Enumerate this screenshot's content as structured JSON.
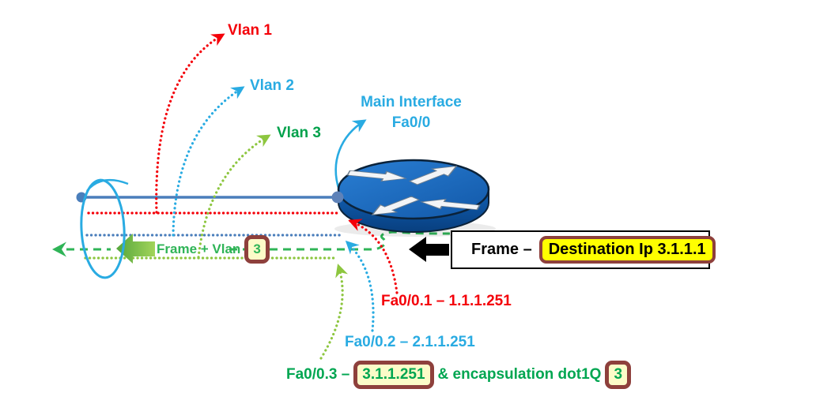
{
  "vlan_labels": {
    "vlan1": "Vlan 1",
    "vlan2": "Vlan 2",
    "vlan3": "Vlan 3"
  },
  "main_interface": {
    "name": "Main Interface",
    "port": "Fa0/0"
  },
  "trunk_frame_label": {
    "text": "Frame + Vlan",
    "vlan_tag": "3"
  },
  "incoming_frame": {
    "label": "Frame –",
    "destination": "Destination Ip 3.1.1.1"
  },
  "subinterfaces": {
    "fa0_0_1": "Fa0/0.1 – 1.1.1.251",
    "fa0_0_2": "Fa0/0.2 – 2.1.1.251",
    "fa0_0_3": {
      "label": "Fa0/0.3 –",
      "ip": "3.1.1.251",
      "encapsulation": "& encapsulation dot1Q",
      "vlan_tag": "3"
    }
  },
  "colors": {
    "red": "#F40009",
    "sky_blue": "#29ABE2",
    "steel_blue": "#4A7EBB",
    "green": "#2FB457",
    "dark_green": "#00A14B",
    "bottom_green": "#00A651",
    "light_green": "#8DC63F",
    "router_blue": "#1B6FC4",
    "highlight_yellow": "#FFFF00",
    "pale_yellow": "#FCFBC8",
    "box_border_brown": "#8E403C",
    "frame_arrow_black": "#000000"
  }
}
